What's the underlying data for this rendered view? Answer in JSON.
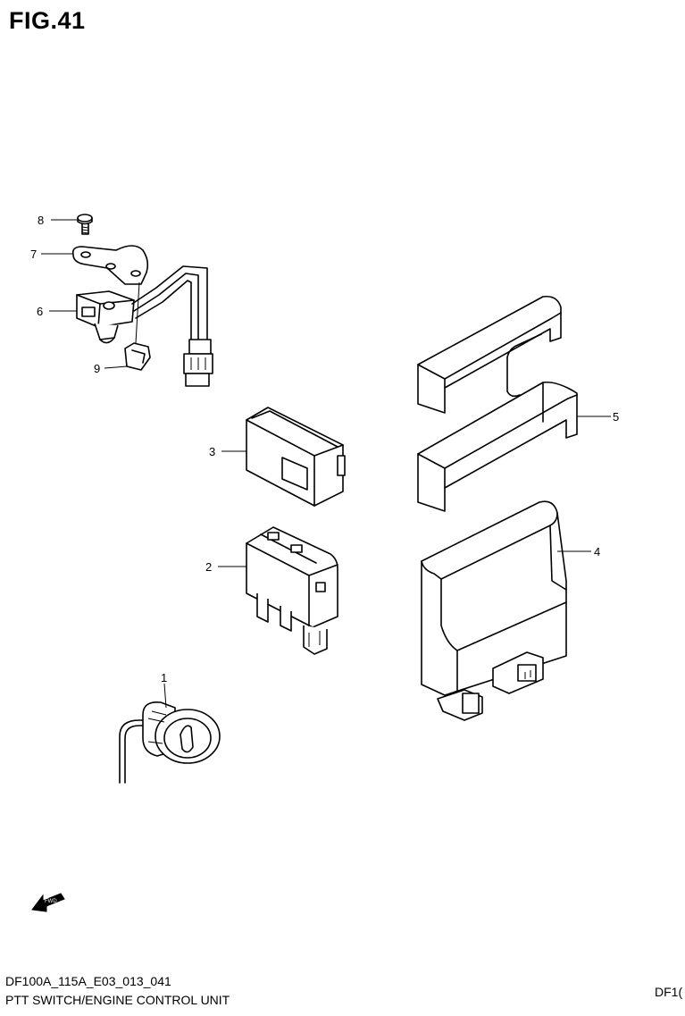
{
  "figure": {
    "title": "FIG.41"
  },
  "callouts": [
    "1",
    "2",
    "3",
    "4",
    "5",
    "6",
    "7",
    "8",
    "9"
  ],
  "fwd_label": "FWD",
  "footer": {
    "code": "DF100A_115A_E03_013_041",
    "title": "PTT SWITCH/ENGINE CONTROL UNIT",
    "right_code": "DF1("
  }
}
